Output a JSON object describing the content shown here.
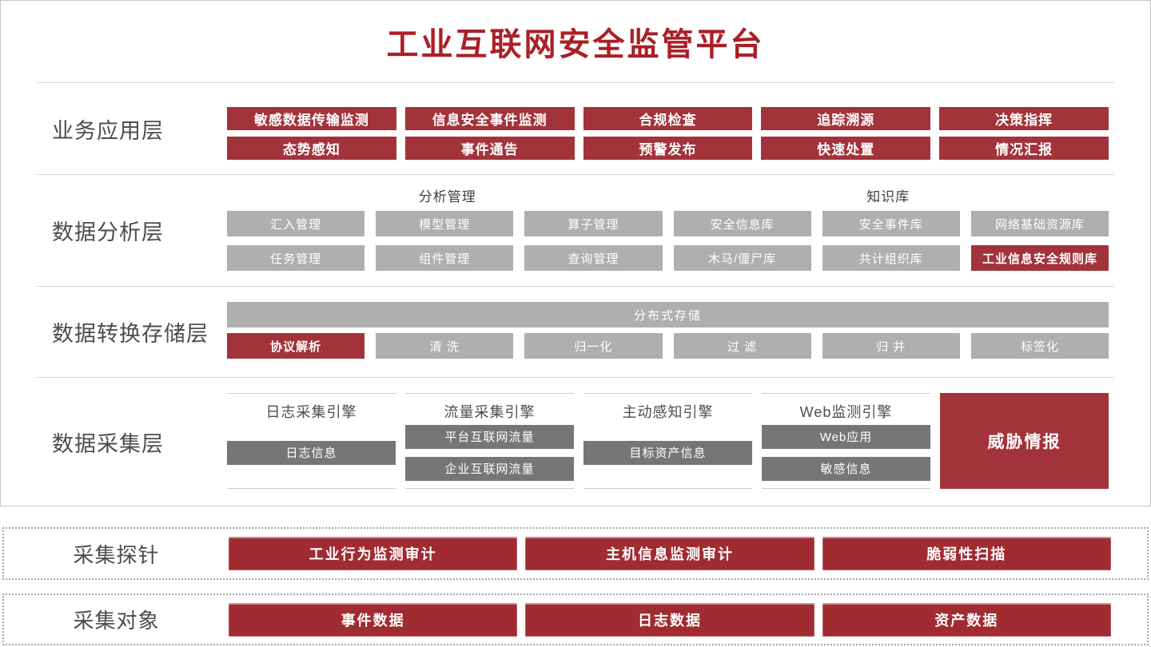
{
  "title": "工业互联网安全监管平台",
  "colors": {
    "accent_red": "#a3333a",
    "title_red": "#aa2026",
    "gray_box": "#afafaf",
    "dark_gray_box": "#767676",
    "label_text": "#4d4d4d"
  },
  "business_layer": {
    "label": "业务应用层",
    "row1": [
      "敏感数据传输监测",
      "信息安全事件监测",
      "合规检查",
      "追踪溯源",
      "决策指挥"
    ],
    "row2": [
      "态势感知",
      "事件通告",
      "预警发布",
      "快速处置",
      "情况汇报"
    ]
  },
  "analysis_layer": {
    "label": "数据分析层",
    "group_headers": [
      "分析管理",
      "知识库"
    ],
    "row1": [
      "汇入管理",
      "模型管理",
      "算子管理",
      "安全信息库",
      "安全事件库",
      "网络基础资源库"
    ],
    "row2": [
      "任务管理",
      "组件管理",
      "查询管理",
      "木马/僵尸库",
      "共计组织库",
      "工业信息安全规则库"
    ]
  },
  "storage_layer": {
    "label": "数据转换存储层",
    "bar": "分布式存储",
    "row": [
      "协议解析",
      "清 洗",
      "归一化",
      "过 滤",
      "归 并",
      "标签化"
    ]
  },
  "collection_layer": {
    "label": "数据采集层",
    "engines": [
      {
        "name": "日志采集引擎",
        "boxes": [
          "日志信息"
        ]
      },
      {
        "name": "流量采集引擎",
        "boxes": [
          "平台互联网流量",
          "企业互联网流量"
        ]
      },
      {
        "name": "主动感知引擎",
        "boxes": [
          "目标资产信息"
        ]
      },
      {
        "name": "Web监测引擎",
        "boxes": [
          "Web应用",
          "敏感信息"
        ]
      }
    ],
    "threat_box": "威胁情报"
  },
  "probe_section": {
    "label": "采集探针",
    "boxes": [
      "工业行为监测审计",
      "主机信息监测审计",
      "脆弱性扫描"
    ]
  },
  "object_section": {
    "label": "采集对象",
    "boxes": [
      "事件数据",
      "日志数据",
      "资产数据"
    ]
  }
}
